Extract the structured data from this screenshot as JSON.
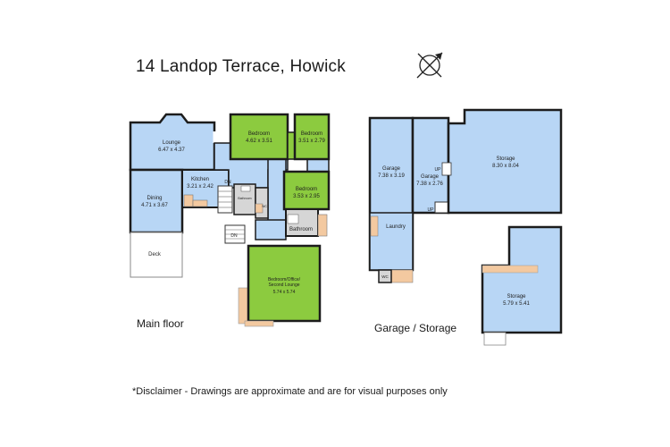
{
  "title": "14 Landop Terrace, Howick",
  "compass_icon": "compass-north-arrow-icon",
  "main_floor": {
    "label": "Main floor",
    "rooms": [
      {
        "name": "Lounge",
        "dims": "6.47 x 4.37"
      },
      {
        "name": "Dining",
        "dims": "4.71 x 3.67"
      },
      {
        "name": "Deck",
        "dims": ""
      },
      {
        "name": "Kitchen",
        "dims": "3.21 x 2.42"
      },
      {
        "name": "Bedroom",
        "dims": "4.62 x 3.51"
      },
      {
        "name": "Bedroom",
        "dims": "3.51 x 2.79"
      },
      {
        "name": "Bedroom",
        "dims": "3.53 x 2.95"
      },
      {
        "name": "Bathroom",
        "dims": ""
      },
      {
        "name": "Bedroom/Office/\nSecond Lounge",
        "dims": "5.74 x 5.74"
      }
    ],
    "small_labels": [
      "DN",
      "DN",
      "WC",
      "Bathroom"
    ]
  },
  "garage_storage": {
    "label": "Garage / Storage",
    "rooms": [
      {
        "name": "Garage",
        "dims": "7.38 x 3.19"
      },
      {
        "name": "Garage",
        "dims": "7.38 x 2.76"
      },
      {
        "name": "Storage",
        "dims": "8.30 x 8.04"
      },
      {
        "name": "Laundry",
        "dims": ""
      },
      {
        "name": "Storage",
        "dims": "5.79 x 5.41"
      }
    ],
    "small_labels": [
      "UP",
      "UP",
      "WC"
    ]
  },
  "disclaimer": "*Disclaimer - Drawings are approximate and are for visual purposes only",
  "colors": {
    "blue_room": "#b8d6f5",
    "green_room": "#8ccb3f",
    "wall": "#1c1c1c",
    "wood": "#f3c9a0",
    "grey_floor": "#d6d6d6"
  }
}
